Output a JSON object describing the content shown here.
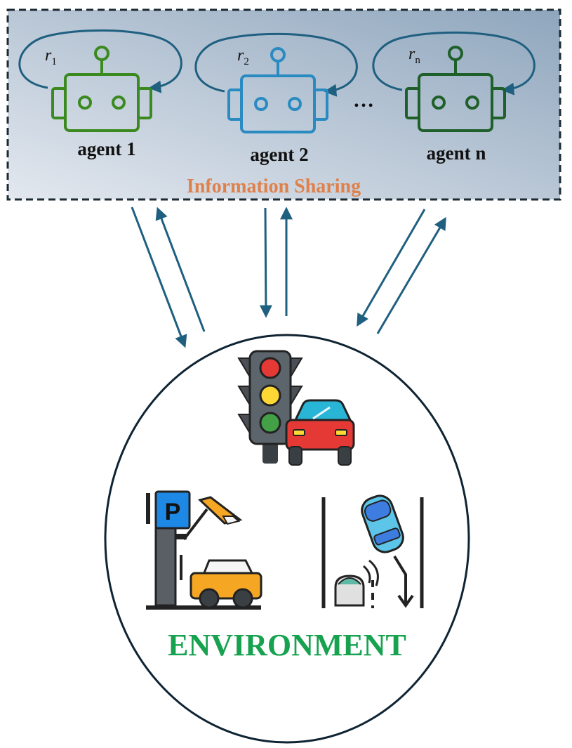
{
  "colors": {
    "panel_gradient_start": "#e3e8ef",
    "panel_gradient_end": "#8fa6bd",
    "panel_border": "#1b2a33",
    "arrow": "#1f5f80",
    "share_text": "#e0804a",
    "env_text": "#17a24f",
    "env_border": "#0f2433"
  },
  "agents": [
    {
      "label": "agent 1",
      "reward_base": "r",
      "reward_sub": "1",
      "color": "#3a8a1f",
      "icon": "robot-icon"
    },
    {
      "label": "agent 2",
      "reward_base": "r",
      "reward_sub": "2",
      "color": "#2a8ac2",
      "icon": "robot-icon"
    },
    {
      "label": "agent n",
      "reward_base": "r",
      "reward_sub": "n",
      "color": "#1f5f2a",
      "icon": "robot-icon"
    }
  ],
  "ellipsis": "…",
  "panel": {
    "label": "Information Sharing"
  },
  "environment": {
    "label": "ENVIRONMENT",
    "icons": [
      "traffic-light-car-icon",
      "parking-camera-car-icon",
      "car-lane-change-icon"
    ]
  }
}
